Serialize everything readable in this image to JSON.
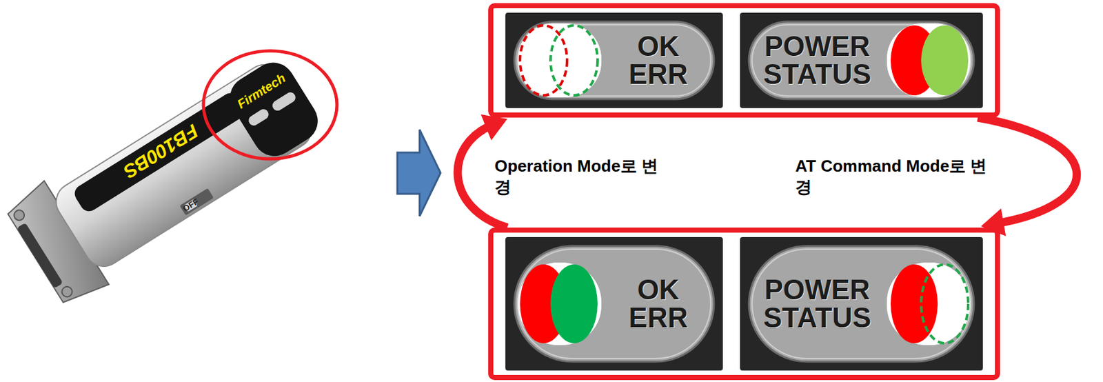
{
  "diagram": {
    "nodes": [
      {
        "text": []
      },
      {
        "text": [
          "OK ERR"
        ],
        "in": 0
      },
      {
        "text": [
          "POWER STATUS"
        ],
        "in": 0
      },
      {
        "text": []
      },
      {
        "text": [
          "OK ERR"
        ],
        "in": 3
      },
      {
        "text": [
          "POWER STATUS"
        ],
        "in": 3
      }
    ],
    "edges": [
      {
        "from": 3,
        "to": 0,
        "arrow": "to",
        "label": "Operation Mode로 변경"
      },
      {
        "from": 0,
        "to": 3,
        "arrow": "to",
        "label": "AT Command Mode로 변경"
      }
    ],
    "labels": [
      "Firmtech",
      "FB100BS",
      "OFF"
    ]
  }
}
